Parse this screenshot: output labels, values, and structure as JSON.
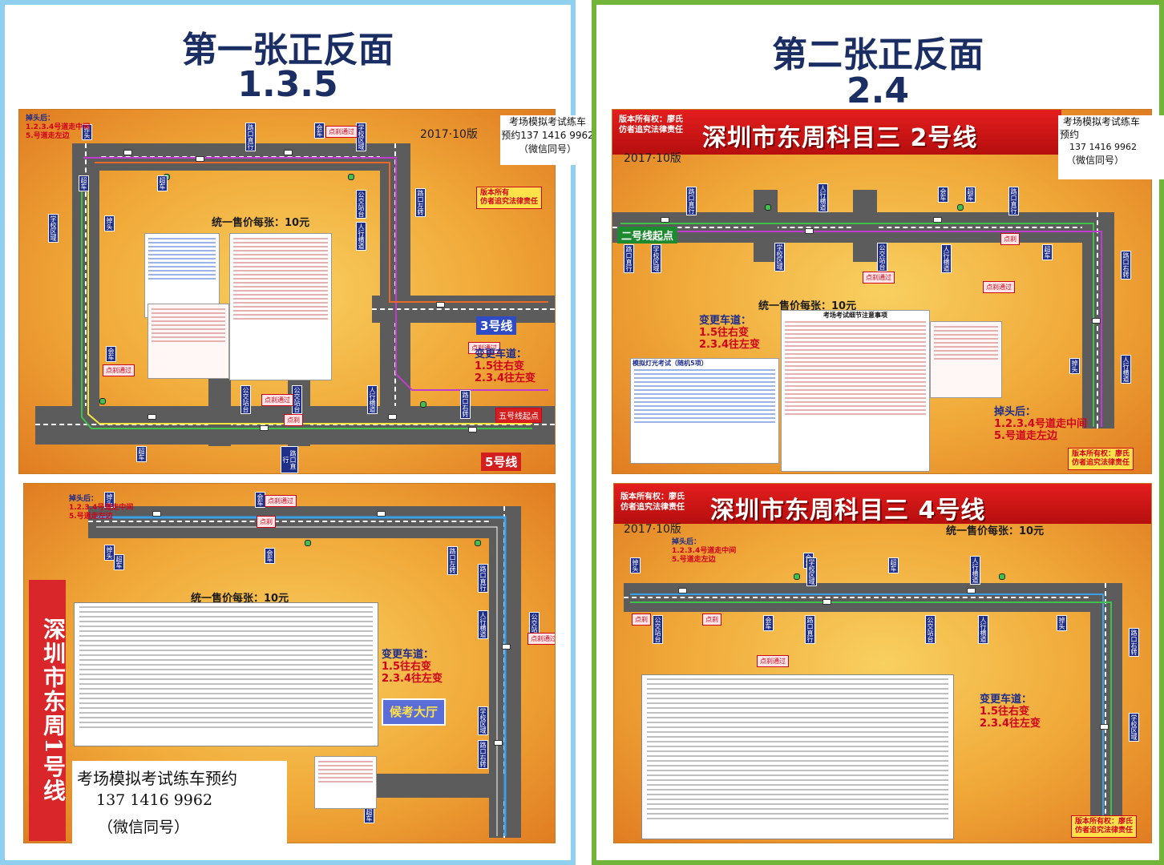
{
  "left": {
    "heading_line1": "第一张正反面",
    "heading_line2": "1.3.5",
    "map_top": {
      "year": "2017·10版",
      "price": "统一售价每张：10元",
      "uturn": "掉头后：",
      "uturn_l1": "1.2.3.4号道走中间",
      "uturn_l2": "5.号道走左边",
      "route3": "3号线",
      "route5": "5号线",
      "route5_start": "五号线起点",
      "lane_title": "变更车道：",
      "lane_l1": "1.5往右变",
      "lane_l2": "2.3.4往左变",
      "copyright_l1": "版本所有",
      "copyright_l2": "仿者追究法律责任",
      "signs": [
        "掉头",
        "超车",
        "路口直行",
        "会车",
        "学校区域",
        "掉头",
        "超车",
        "公交站台",
        "人行横道",
        "公交站台",
        "会车",
        "超车",
        "路口直行",
        "人行横道",
        "路口左转",
        "路口右转",
        "学校区域",
        "公交站台"
      ],
      "tags": [
        "点刹通过",
        "点刹通过",
        "点刹通过",
        "点刹通过",
        "点刹"
      ]
    },
    "map_bottom": {
      "uturn": "掉头后：",
      "uturn_l1": "1.2.3.4号道走中间",
      "uturn_l2": "5.号道走左边",
      "price": "统一售价每张：10元",
      "lane_title": "变更车道：",
      "lane_l1": "1.5往右变",
      "lane_l2": "2.3.4往左变",
      "wait_hall": "候考大厅",
      "side_title": "深圳市东周1号线",
      "signs": [
        "掉头",
        "会车",
        "掉头",
        "超车",
        "路口直行",
        "人行横道",
        "公交站台",
        "会车",
        "学校区域",
        "超车",
        "路口左转",
        "路口右转"
      ],
      "tags": [
        "点刹通过",
        "点刹通过",
        "点刹"
      ]
    },
    "overlay_top": {
      "l1": "考场模拟考试练车",
      "l2": "预约137 1416 9962",
      "l3": "（微信同号）"
    },
    "overlay_bottom": {
      "l1": "考场模拟考试练车预约",
      "l2": "137 1416 9962",
      "l3": "（微信同号）"
    }
  },
  "right": {
    "heading_line1": "第二张正反面",
    "heading_line2": "2.4",
    "map_top": {
      "banner_title": "深圳市东周科目三  2号线",
      "copyright_l1": "版本所有权：廖氏",
      "copyright_l2": "仿者追究法律责任",
      "year": "2017·10版",
      "start": "二号线起点",
      "price": "统一售价每张：10元",
      "lane_title": "变更车道：",
      "lane_l1": "1.5往右变",
      "lane_l2": "2.3.4往左变",
      "uturn": "掉头后：",
      "uturn_l1": "1.2.3.4号道走中间",
      "uturn_l2": "5.号道走左边",
      "copy_box_l1": "版本所有权：廖氏",
      "copy_box_l2": "仿者追究法律责任",
      "notes_title": "考场考试细节注意事项",
      "light_title": "模拟灯光考试（随机5项）",
      "signs": [
        "路口直行",
        "学校区域",
        "人行横道",
        "公交站台",
        "会车",
        "超车",
        "路口直行",
        "学校区域",
        "人行横道",
        "路口直行",
        "掉头",
        "超车",
        "路口右转",
        "人行横道"
      ],
      "tags": [
        "点刹通过",
        "点刹通过",
        "点刹"
      ]
    },
    "map_bottom": {
      "banner_title": "深圳市东周科目三  4号线",
      "copyright_l1": "版本所有权：廖氏",
      "copyright_l2": "仿者追究法律责任",
      "year": "2017·10版",
      "price": "统一售价每张：10元",
      "uturn": "掉头后：",
      "uturn_l1": "1.2.3.4号道走中间",
      "uturn_l2": "5.号道走左边",
      "lane_title": "变更车道：",
      "lane_l1": "1.5往右变",
      "lane_l2": "2.3.4往左变",
      "copy_box_l1": "版本所有权：廖氏",
      "copy_box_l2": "仿者追究法律责任",
      "signs": [
        "掉头",
        "会车",
        "公交站台",
        "会车",
        "学校区域",
        "超车",
        "路口直行",
        "人行横道",
        "掉头",
        "路口右转",
        "学校区域",
        "人行横道",
        "公交站台"
      ],
      "tags": [
        "点刹",
        "点刹",
        "点刹通过"
      ]
    },
    "overlay_top": {
      "l1": "考场模拟考试练车",
      "l2": "预约",
      "l3": "137 1416 9962",
      "l4": "（微信同号）"
    }
  }
}
